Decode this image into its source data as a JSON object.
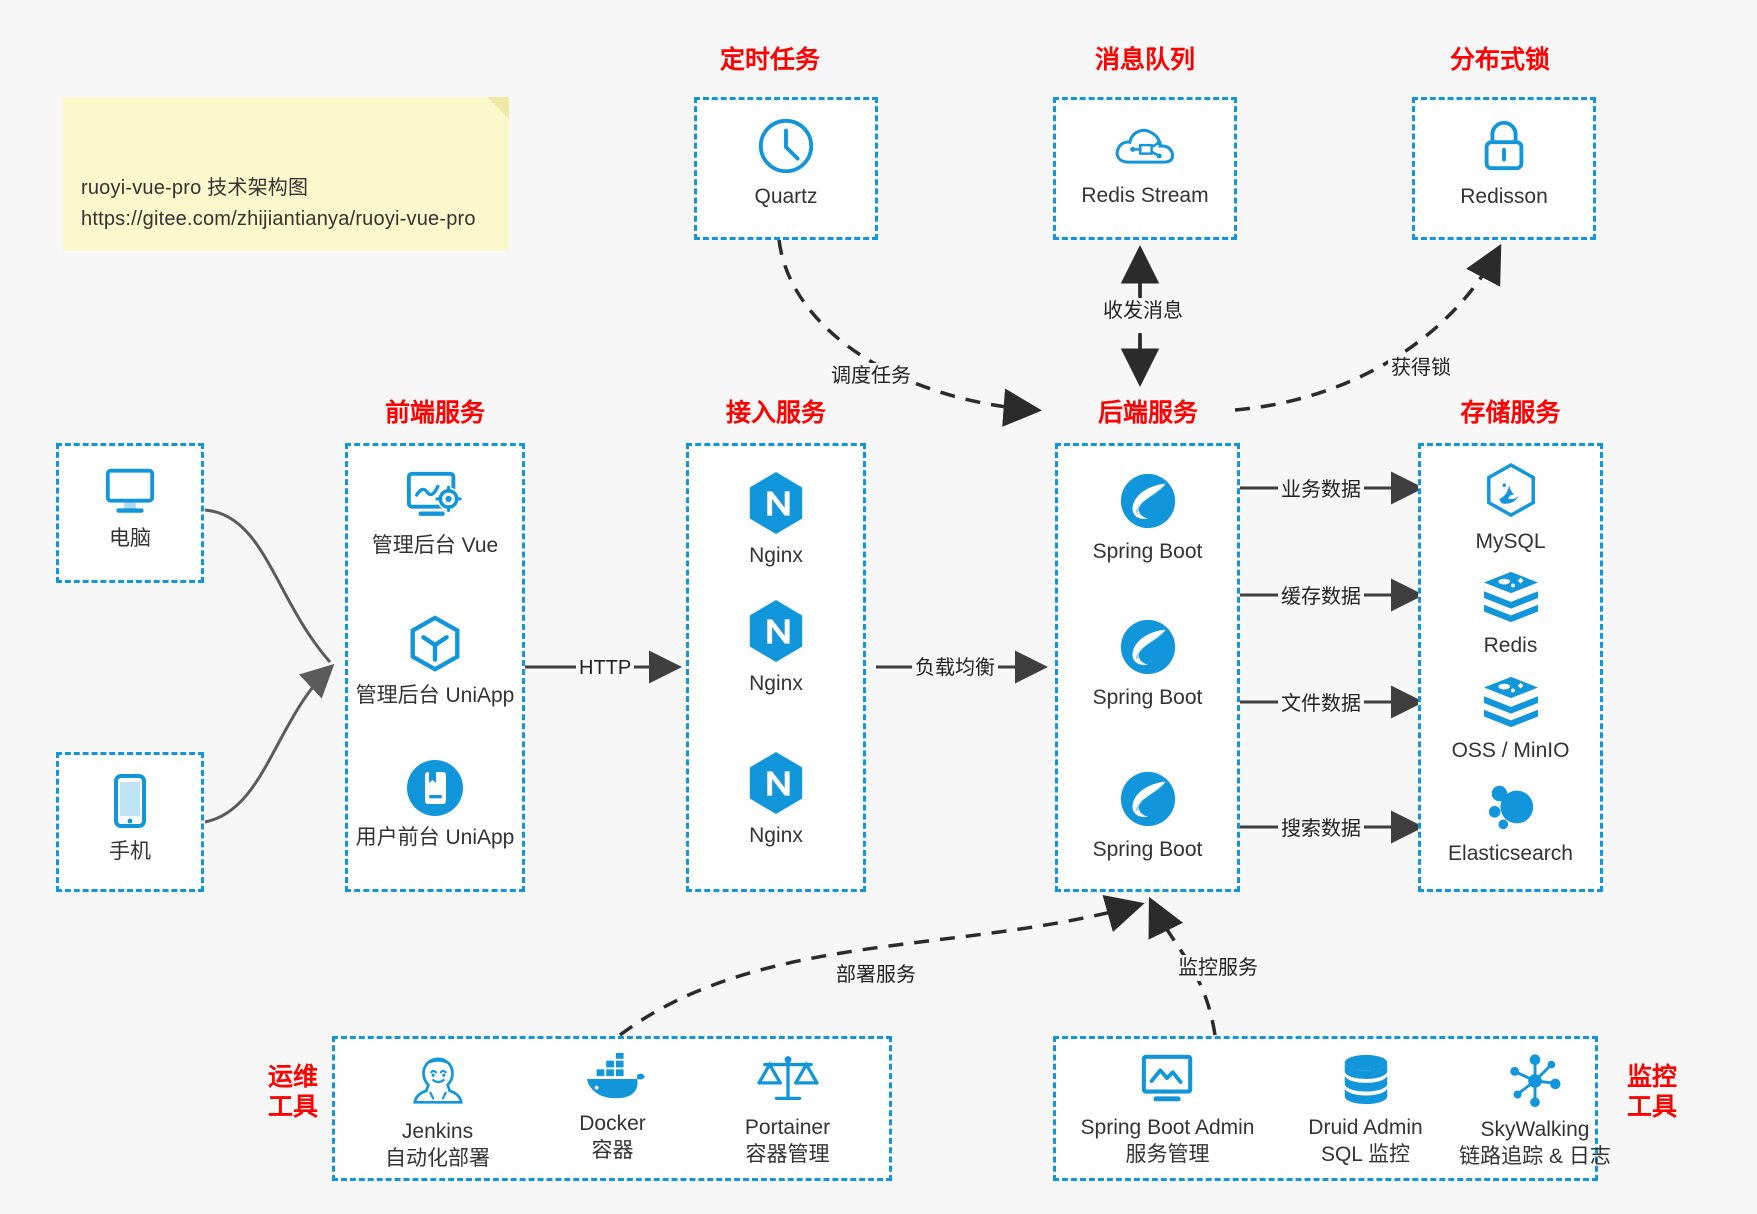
{
  "note": {
    "title": "ruoyi-vue-pro 技术架构图",
    "url": "https://gitee.com/zhijiantianya/ruoyi-vue-pro",
    "text": "ruoyi-vue-pro 技术架构图\nhttps://gitee.com/zhijiantianya/ruoyi-vue-pro"
  },
  "colors": {
    "accent_blue": "#1296db",
    "title_red": "#ff0000",
    "background": "#f7f7f7",
    "note_yellow": "#fbf8cc",
    "edge_gray": "#555555"
  },
  "groups": {
    "scheduler": {
      "title": "定时任务",
      "nodes": [
        {
          "label": "Quartz",
          "icon": "clock-icon"
        }
      ]
    },
    "message_queue": {
      "title": "消息队列",
      "nodes": [
        {
          "label": "Redis Stream",
          "icon": "cloud-stream-icon"
        }
      ]
    },
    "distributed_lock": {
      "title": "分布式锁",
      "nodes": [
        {
          "label": "Redisson",
          "icon": "lock-icon"
        }
      ]
    },
    "clients": {
      "nodes": [
        {
          "label": "电脑",
          "icon": "desktop-icon"
        },
        {
          "label": "手机",
          "icon": "mobile-icon"
        }
      ]
    },
    "frontend": {
      "title": "前端服务",
      "nodes": [
        {
          "label": "管理后台 Vue",
          "icon": "dashboard-gear-icon"
        },
        {
          "label": "管理后台 UniApp",
          "icon": "cube-icon"
        },
        {
          "label": "用户前台 UniApp",
          "icon": "app-card-icon"
        }
      ]
    },
    "gateway": {
      "title": "接入服务",
      "nodes": [
        {
          "label": "Nginx",
          "icon": "nginx-icon"
        },
        {
          "label": "Nginx",
          "icon": "nginx-icon"
        },
        {
          "label": "Nginx",
          "icon": "nginx-icon"
        }
      ]
    },
    "backend": {
      "title": "后端服务",
      "nodes": [
        {
          "label": "Spring Boot",
          "icon": "spring-boot-icon"
        },
        {
          "label": "Spring Boot",
          "icon": "spring-boot-icon"
        },
        {
          "label": "Spring Boot",
          "icon": "spring-boot-icon"
        }
      ]
    },
    "storage": {
      "title": "存储服务",
      "nodes": [
        {
          "label": "MySQL",
          "icon": "mysql-icon"
        },
        {
          "label": "Redis",
          "icon": "redis-icon"
        },
        {
          "label": "OSS / MinIO",
          "icon": "redis-icon"
        },
        {
          "label": "Elasticsearch",
          "icon": "elasticsearch-icon"
        }
      ]
    },
    "devops": {
      "title": "运维\n工具",
      "nodes": [
        {
          "label": "Jenkins",
          "sub": "自动化部署",
          "icon": "jenkins-icon"
        },
        {
          "label": "Docker",
          "sub": "容器",
          "icon": "docker-icon"
        },
        {
          "label": "Portainer",
          "sub": "容器管理",
          "icon": "scales-icon"
        }
      ]
    },
    "monitoring": {
      "title": "监控\n工具",
      "nodes": [
        {
          "label": "Spring Boot Admin",
          "sub": "服务管理",
          "icon": "monitor-chart-icon"
        },
        {
          "label": "Druid Admin",
          "sub": "SQL 监控",
          "icon": "database-icon"
        },
        {
          "label": "SkyWalking",
          "sub": "链路追踪 & 日志",
          "icon": "network-nodes-icon"
        }
      ]
    }
  },
  "edges": [
    {
      "label": "调度任务",
      "from": "scheduler",
      "to": "backend",
      "style": "dashed"
    },
    {
      "label": "收发消息",
      "from": "message_queue",
      "to": "backend",
      "style": "dashed-bidirectional"
    },
    {
      "label": "获得锁",
      "from": "backend",
      "to": "distributed_lock",
      "style": "dashed"
    },
    {
      "label": "HTTP",
      "from": "frontend",
      "to": "gateway",
      "style": "solid"
    },
    {
      "label": "负载均衡",
      "from": "gateway",
      "to": "backend",
      "style": "solid"
    },
    {
      "label": "业务数据",
      "from": "backend",
      "to": "mysql",
      "style": "solid"
    },
    {
      "label": "缓存数据",
      "from": "backend",
      "to": "redis",
      "style": "solid"
    },
    {
      "label": "文件数据",
      "from": "backend",
      "to": "oss",
      "style": "solid"
    },
    {
      "label": "搜索数据",
      "from": "backend",
      "to": "elasticsearch",
      "style": "solid"
    },
    {
      "label": "部署服务",
      "from": "devops",
      "to": "backend",
      "style": "dashed"
    },
    {
      "label": "监控服务",
      "from": "monitoring",
      "to": "backend",
      "style": "dashed"
    }
  ]
}
